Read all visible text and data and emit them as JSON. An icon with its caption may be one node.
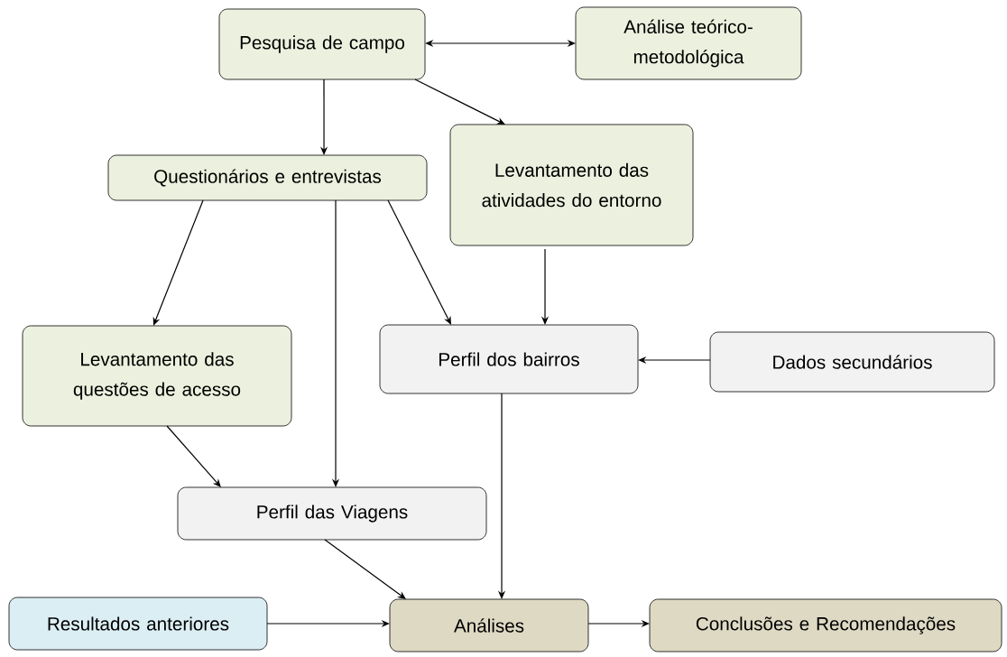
{
  "diagram": {
    "nodes": [
      {
        "text": [
          "Pesquisa de campo"
        ]
      },
      {
        "text": [
          "Análise teórico-metodológica"
        ]
      },
      {
        "text": [
          "Questionários e entrevistas"
        ]
      },
      {
        "text": [
          "Levantamento das atividades do entorno"
        ]
      },
      {
        "text": [
          "Levantamento das questões de acesso"
        ]
      },
      {
        "text": [
          "Perfil dos bairros"
        ]
      },
      {
        "text": [
          "Dados secundários"
        ]
      },
      {
        "text": [
          "Perfil das Viagens"
        ]
      },
      {
        "text": [
          "Resultados anteriores"
        ]
      },
      {
        "text": [
          "Análises"
        ]
      },
      {
        "text": [
          "Conclusões e Recomendações"
        ]
      }
    ],
    "edges": [
      {
        "from": 0,
        "to": 1,
        "arrow": "both"
      },
      {
        "from": 0,
        "to": 2,
        "arrow": "to"
      },
      {
        "from": 0,
        "to": 3,
        "arrow": "to"
      },
      {
        "from": 2,
        "to": 4,
        "arrow": "to"
      },
      {
        "from": 2,
        "to": 7,
        "arrow": "to"
      },
      {
        "from": 2,
        "to": 5,
        "arrow": "to"
      },
      {
        "from": 3,
        "to": 5,
        "arrow": "to"
      },
      {
        "from": 6,
        "to": 5,
        "arrow": "to"
      },
      {
        "from": 4,
        "to": 7,
        "arrow": "to"
      },
      {
        "from": 5,
        "to": 9,
        "arrow": "to"
      },
      {
        "from": 7,
        "to": 9,
        "arrow": "to"
      },
      {
        "from": 8,
        "to": 9,
        "arrow": "to"
      },
      {
        "from": 9,
        "to": 10,
        "arrow": "to"
      }
    ]
  }
}
